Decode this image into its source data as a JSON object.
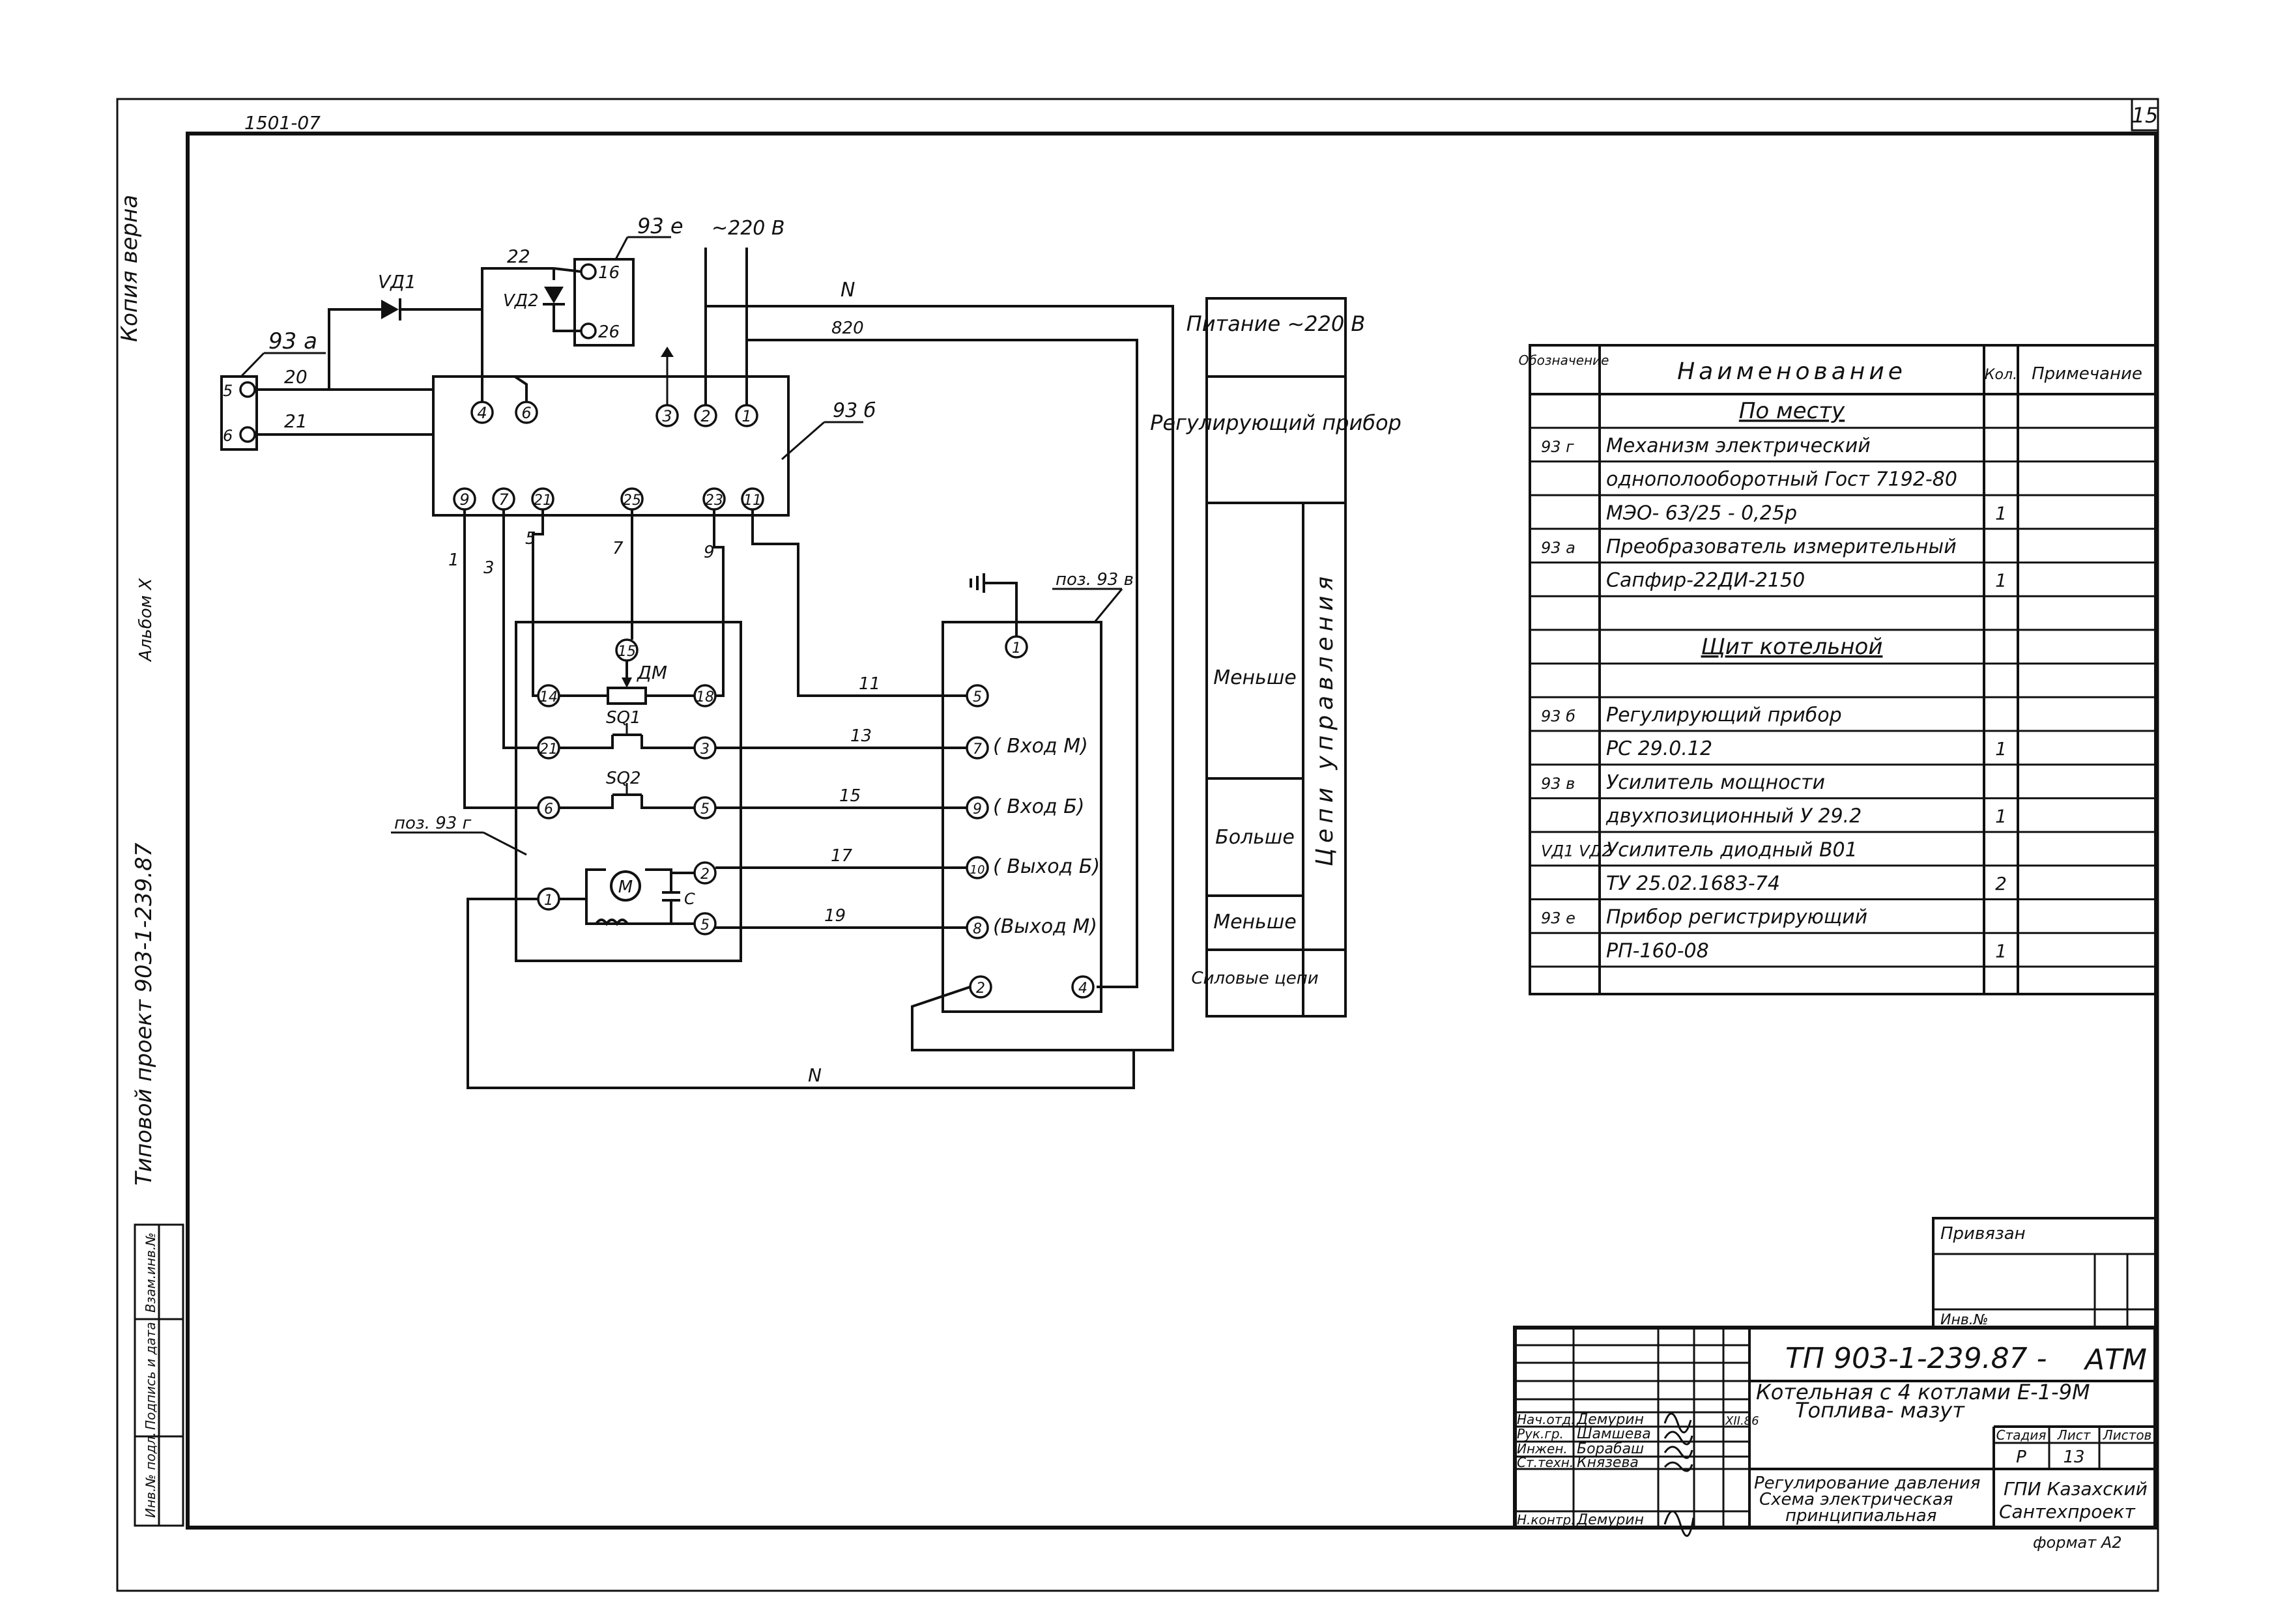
{
  "sheet": {
    "page_number": "15",
    "corner_note": "1501-07",
    "margin_left": [
      "Копия верна",
      "Альбом",
      "Типовой проект 903-1-239.87"
    ],
    "album_no": "Альбом Х",
    "side_cells": [
      "Инв.№ подл.",
      "Подпись и дата",
      "Взам.инв.№"
    ]
  },
  "diagram": {
    "devices": {
      "recorder": "93 е",
      "power": "~220 В",
      "converter": "93 а",
      "regulator": "93 б",
      "amplifier": "поз. 93 в",
      "mechanism": "поз. 93 г",
      "vd1": "VД1",
      "vd2": "VД2",
      "dm": "ДМ",
      "sq1": "SQ1",
      "sq2": "SQ2",
      "motor": "М",
      "cap": "С"
    },
    "terminals": {
      "t16": "16",
      "t26": "26",
      "c5": "5",
      "c6": "6",
      "r4": "4",
      "r6": "6",
      "r3": "3",
      "r2": "2",
      "r1": "1",
      "b9": "9",
      "b7": "7",
      "b21": "21",
      "b25": "25",
      "b23": "23",
      "b11": "11",
      "m15": "15",
      "m14": "14",
      "m18": "18",
      "m21": "21",
      "m3": "3",
      "m6": "6",
      "m5a": "5",
      "m1": "1",
      "m2": "2",
      "m5b": "5",
      "a1": "1",
      "a5": "5",
      "a7": "7",
      "a9": "9",
      "a10": "10",
      "a8": "8",
      "a2": "2",
      "a4": "4"
    },
    "wires": {
      "w20": "20",
      "w21": "21",
      "w22": "22",
      "wN1": "N",
      "w820": "820",
      "w1": "1",
      "w3": "3",
      "w5": "5",
      "w7": "7",
      "w9": "9",
      "w11": "11",
      "w13": "13",
      "w15": "15",
      "w17": "17",
      "w19": "19",
      "wN2": "N"
    },
    "amp_labels": {
      "in_m": "( Вход М)",
      "in_b": "( Вход Б)",
      "out_b": "( Выход Б)",
      "out_m": "(Выход М)"
    }
  },
  "purpose_table": {
    "power": "Питание ~220 В",
    "reg_device": "Регулирующий прибор",
    "less": "Меньше",
    "more": "Больше",
    "less2": "Меньше",
    "power_circ": "Силовые цепи",
    "control_circ": "Цепи управления"
  },
  "spec_table": {
    "headers": [
      "Обозначение",
      "Наименование",
      "Кол.",
      "Примечание"
    ],
    "rows": [
      {
        "pos": "",
        "name": "По месту",
        "qty": "",
        "note": "",
        "section": true
      },
      {
        "pos": "93 г",
        "name": "Механизм электрический",
        "qty": "",
        "note": ""
      },
      {
        "pos": "",
        "name": "однополооборотный  Гост 7192-80",
        "qty": "",
        "note": ""
      },
      {
        "pos": "",
        "name": "МЭО-  63/25 - 0,25р",
        "qty": "1",
        "note": ""
      },
      {
        "pos": "93 а",
        "name": "Преобразователь измерительный",
        "qty": "",
        "note": ""
      },
      {
        "pos": "",
        "name": "Сапфир-22ДИ-2150",
        "qty": "1",
        "note": ""
      },
      {
        "pos": "",
        "name": "",
        "qty": "",
        "note": ""
      },
      {
        "pos": "",
        "name": "Щит котельной",
        "qty": "",
        "note": "",
        "section": true
      },
      {
        "pos": "",
        "name": "",
        "qty": "",
        "note": ""
      },
      {
        "pos": "93 б",
        "name": "Регулирующий прибор",
        "qty": "",
        "note": ""
      },
      {
        "pos": "",
        "name": "РС 29.0.12",
        "qty": "1",
        "note": ""
      },
      {
        "pos": "93 в",
        "name": "Усилитель мощности",
        "qty": "",
        "note": ""
      },
      {
        "pos": "",
        "name": "двухпозиционный  У 29.2",
        "qty": "1",
        "note": ""
      },
      {
        "pos": "VД1 VД2",
        "name": "Усилитель диодный  В01",
        "qty": "",
        "note": ""
      },
      {
        "pos": "",
        "name": "ТУ 25.02.1683-74",
        "qty": "2",
        "note": ""
      },
      {
        "pos": "93 е",
        "name": "Прибор регистрирующий",
        "qty": "",
        "note": ""
      },
      {
        "pos": "",
        "name": "РП-160-08",
        "qty": "1",
        "note": ""
      },
      {
        "pos": "",
        "name": "",
        "qty": "",
        "note": ""
      }
    ]
  },
  "title_block": {
    "bound": "Привязан",
    "inv_no": "Инв.№",
    "doc_code": "ТП 903-1-239.87 -",
    "doc_suffix": "АТМ",
    "object_line1": "Котельная с 4 котлами Е-1-9М",
    "object_line2": "Топлива- мазут",
    "stage_hdr": "Стадия",
    "sheet_hdr": "Лист",
    "sheets_hdr": "Листов",
    "stage": "Р",
    "sheet": "13",
    "title1": "Регулирование давления",
    "title2": "Схема электрическая",
    "title3": "принципиальная",
    "org1": "ГПИ Казахский",
    "org2": "Сантехпроект",
    "format": "формат А2",
    "date": "ХII.86",
    "people": [
      {
        "role": "Нач.отд.",
        "name": "Демурин"
      },
      {
        "role": "Рук.гр.",
        "name": "Шамшева"
      },
      {
        "role": "Инжен.",
        "name": "Борабаш"
      },
      {
        "role": "Ст.техн.",
        "name": "Князева"
      },
      {
        "role": "",
        "name": ""
      },
      {
        "role": "Н.контр.",
        "name": "Демурин"
      }
    ]
  }
}
